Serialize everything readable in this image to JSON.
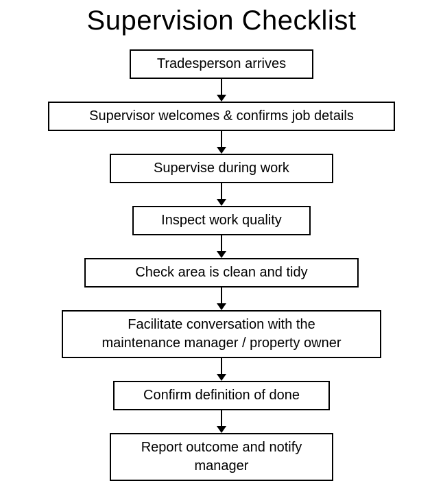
{
  "title": "Supervision Checklist",
  "colors": {
    "text": "#000000",
    "box_border": "#000000",
    "background": "#ffffff"
  },
  "steps": [
    {
      "label": "Tradesperson arrives"
    },
    {
      "label": "Supervisor welcomes & confirms job details"
    },
    {
      "label": "Supervise during work"
    },
    {
      "label": "Inspect work quality"
    },
    {
      "label": "Check area is clean and tidy"
    },
    {
      "label": "Facilitate conversation with the\nmaintenance manager / property owner"
    },
    {
      "label": "Confirm definition of done"
    },
    {
      "label": "Report outcome and notify\nmanager"
    }
  ]
}
